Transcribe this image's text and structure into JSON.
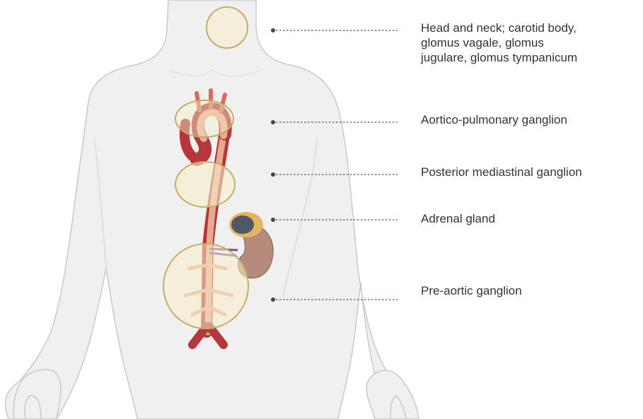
{
  "labels": {
    "head_neck": "Head and neck; carotid body,\nglomus vagale, glomus\njugulare, glomus tympanicum",
    "aortico_pulmonary": "Aortico-pulmonary ganglion",
    "posterior_mediastinal": "Posterior mediastinal ganglion",
    "adrenal": "Adrenal gland",
    "pre_aortic": "Pre-aortic ganglion"
  },
  "colors": {
    "body_fill": "#f0f0f0",
    "body_outline": "#c9c9c9",
    "aorta": "#b5363b",
    "aorta_highlight": "#e7a98f",
    "region_fill": "#f5efc8",
    "region_stroke": "#c3ad6a",
    "leader_line": "#555555",
    "kidney": "#b58b7c",
    "adrenal": "#e6b45f",
    "tumor": "#4f5866"
  }
}
